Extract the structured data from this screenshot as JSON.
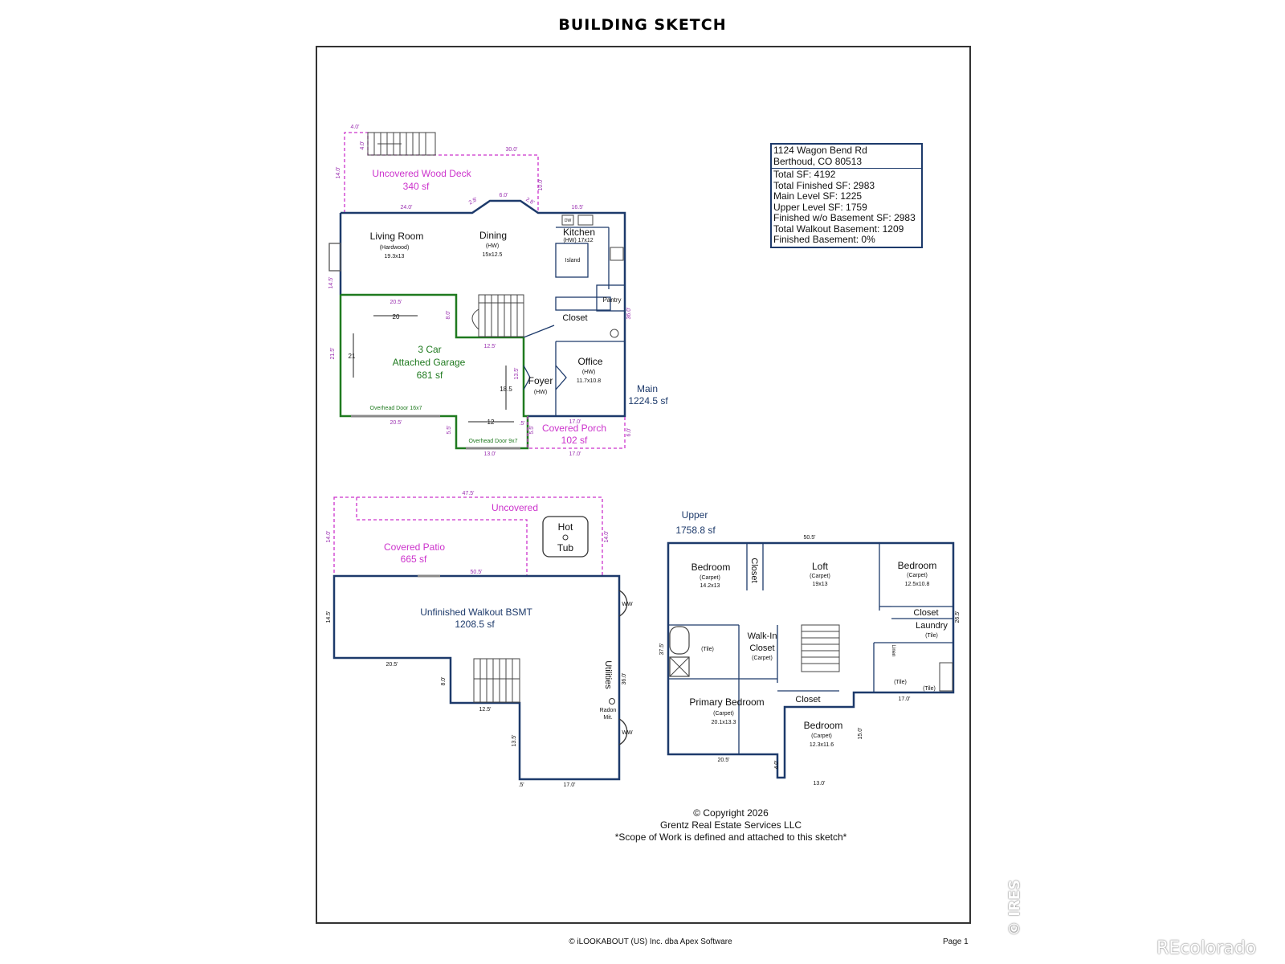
{
  "header": {
    "title": "BUILDING SKETCH"
  },
  "colors": {
    "wall_blue": "#1d3a6b",
    "garage_green": "#1f7a1f",
    "deck_magenta": "#cc33cc",
    "dim_purple": "#9a2fb0"
  },
  "info_box": {
    "address_line1": "1124 Wagon Bend Rd",
    "address_line2": "Berthoud, CO 80513",
    "total_sf": "Total SF: 4192",
    "total_finished_sf": "Total Finished SF: 2983",
    "main_level_sf": "Main Level SF: 1225",
    "upper_level_sf": "Upper Level SF: 1759",
    "finished_wo_basement": "Finished w/o Basement SF: 2983",
    "total_walkout_basement": "Total Walkout Basement: 1209",
    "finished_basement": "Finished Basement: 0%"
  },
  "main_level": {
    "deck": {
      "name": "Uncovered Wood Deck",
      "area": "340 sf"
    },
    "deck_dims": {
      "d4a": "4.0'",
      "d4b": "4.0'",
      "d30": "30.0'",
      "d14": "14.0'",
      "d10": "10.0'",
      "d24": "24.0'",
      "d28a": "2.8'",
      "d6": "6.0'",
      "d28b": "2.8'",
      "d165": "16.5'"
    },
    "living": {
      "name": "Living Room",
      "floor": "(Hardwood)",
      "size": "19.3x13"
    },
    "dining": {
      "name": "Dining",
      "floor": "(HW)",
      "size": "15x12.5"
    },
    "kitchen": {
      "name": "Kitchen",
      "floor_size": "(HW) 17x12",
      "island": "Island",
      "dw": "DW",
      "pantry": "Pantry",
      "closet": "Closet"
    },
    "garage": {
      "line1": "3 Car",
      "line2": "Attached Garage",
      "area": "681 sf",
      "door1": "Overhead Door 16x7",
      "door2": "Overhead Door 9x7",
      "m20": "20",
      "m21": "21",
      "m12": "12",
      "m185": "18.5"
    },
    "garage_dims": {
      "d205top": "20.5'",
      "d145": "14.5'",
      "d80": "8.0'",
      "d215": "21.5'",
      "d125": "12.5'",
      "d135": "13.5'",
      "d205bot": "20.5'",
      "d55a": "5.5'",
      "d55b": "5.5'",
      "d05": ".5'",
      "d130": "13.0'"
    },
    "office": {
      "name": "Office",
      "floor": "(HW)",
      "size": "11.7x10.8"
    },
    "foyer": {
      "name": "Foyer",
      "floor": "(HW)"
    },
    "porch": {
      "name": "Covered Porch",
      "area": "102 sf",
      "d17a": "17.0'",
      "d17b": "17.0'",
      "d6": "6.0'"
    },
    "level": {
      "name": "Main",
      "area": "1224.5 sf",
      "d36": "36.0'"
    }
  },
  "basement": {
    "uncovered": "Uncovered",
    "patio": {
      "name": "Covered Patio",
      "area": "665 sf"
    },
    "hot_tub": {
      "line1": "Hot",
      "line2": "Tub"
    },
    "room": {
      "name": "Unfinished Walkout BSMT",
      "area": "1208.5 sf"
    },
    "utilities": "Utilities",
    "radon": {
      "line1": "Radon",
      "line2": "Mit."
    },
    "ww": "WW",
    "dims": {
      "d475": "47.5'",
      "d14a": "14.0'",
      "d14b": "14.0'",
      "d505": "50.5'",
      "d145": "14.5'",
      "d205": "20.5'",
      "d80": "8.0'",
      "d125": "12.5'",
      "d135": "13.5'",
      "d05": ".5'",
      "d17": "17.0'",
      "d36": "36.0'"
    }
  },
  "upper_level": {
    "level": {
      "name": "Upper",
      "area": "1758.8 sf"
    },
    "bedroom1": {
      "name": "Bedroom",
      "floor": "(Carpet)",
      "size": "14.2x13"
    },
    "closet_v": "Closet",
    "loft": {
      "name": "Loft",
      "floor": "(Carpet)",
      "size": "19x13"
    },
    "bedroom2": {
      "name": "Bedroom",
      "floor": "(Carpet)",
      "size": "12.5x10.8"
    },
    "closet2": "Closet",
    "laundry": {
      "name": "Laundry",
      "floor": "(Tile)"
    },
    "walkin": {
      "line1": "Walk-In",
      "line2": "Closet",
      "floor": "(Carpet)"
    },
    "tile_a": "(Tile)",
    "tile_b": "(Tile)",
    "tile_c": "(Tile)",
    "linen": "Linen",
    "primary": {
      "name": "Primary Bedroom",
      "floor": "(Carpet)",
      "size": "20.1x13.3"
    },
    "closet3": "Closet",
    "bedroom3": {
      "name": "Bedroom",
      "floor": "(Carpet)",
      "size": "12.3x11.6"
    },
    "dims": {
      "d505": "50.5'",
      "d375": "37.5'",
      "d265": "26.5'",
      "d17": "17.0'",
      "d15": "15.0'",
      "d205": "20.5'",
      "d4": "4.0'",
      "d13": "13.0'"
    }
  },
  "copyright": {
    "line1": "© Copyright 2026",
    "line2": "Grentz Real Estate Services LLC",
    "line3": "*Scope of Work is defined and attached to this sketch*"
  },
  "footer": {
    "company": "© iLOOKABOUT (US) Inc. dba Apex Software",
    "page": "Page 1"
  },
  "watermarks": {
    "ires": "© IRES",
    "recolorado": "REcolorado"
  }
}
